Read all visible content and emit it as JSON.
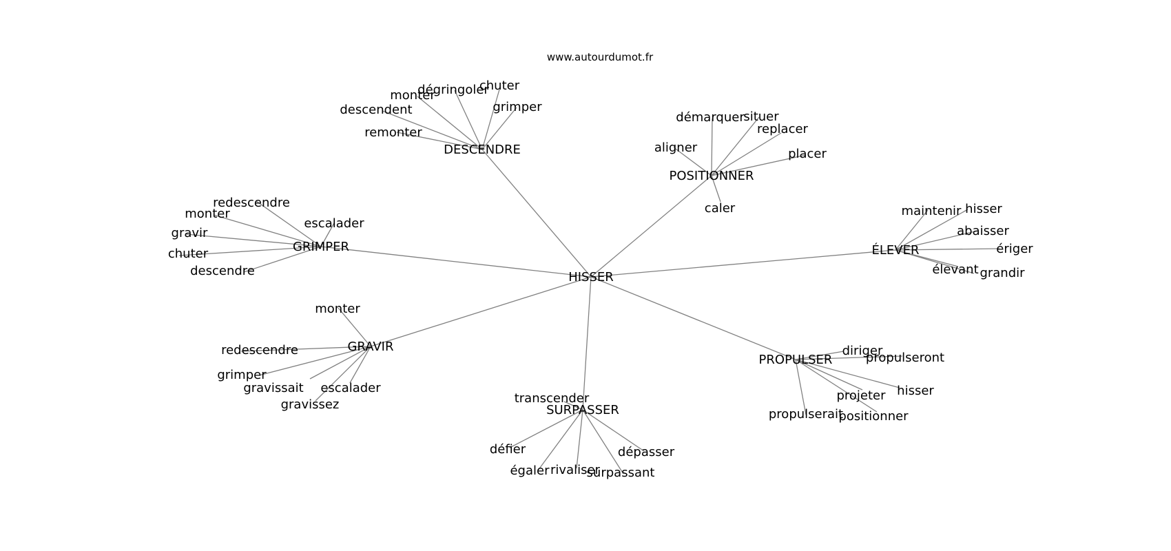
{
  "site": "www.autourdumot.fr",
  "center": "HISSER",
  "clusters": [
    {
      "label": "DESCENDRE",
      "words": [
        "chuter",
        "dégringoler",
        "monter",
        "descendent",
        "grimper",
        "remonter"
      ]
    },
    {
      "label": "POSITIONNER",
      "words": [
        "démarquer",
        "situer",
        "replacer",
        "aligner",
        "placer",
        "caler"
      ]
    },
    {
      "label": "GRIMPER",
      "words": [
        "redescendre",
        "monter",
        "escalader",
        "gravir",
        "chuter",
        "descendre"
      ]
    },
    {
      "label": "ÉLEVER",
      "words": [
        "maintenir",
        "hisser",
        "abaisser",
        "ériger",
        "élevant",
        "grandir"
      ]
    },
    {
      "label": "GRAVIR",
      "words": [
        "monter",
        "redescendre",
        "grimper",
        "gravissait",
        "escalader",
        "gravissez"
      ]
    },
    {
      "label": "PROPULSER",
      "words": [
        "diriger",
        "propulseront",
        "hisser",
        "projeter",
        "propulserait",
        "positionner"
      ]
    },
    {
      "label": "SURPASSER",
      "words": [
        "transcender",
        "défier",
        "dépasser",
        "égaler",
        "rivaliser",
        "surpassant"
      ]
    }
  ]
}
